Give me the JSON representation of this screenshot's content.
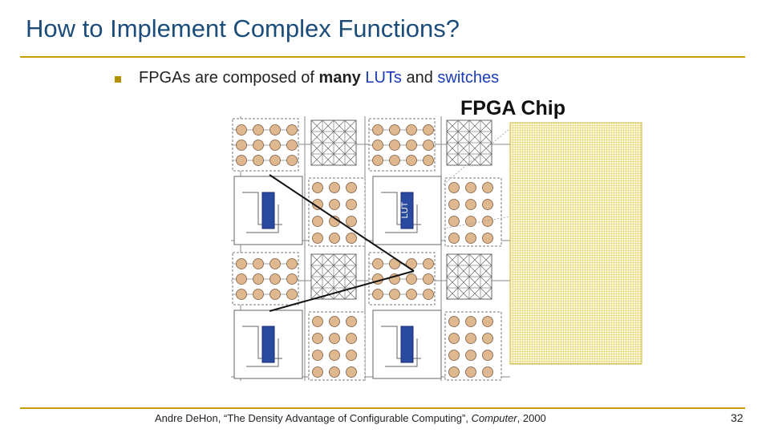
{
  "slide": {
    "title": "How to Implement Complex Functions?",
    "bullet": {
      "prefix": "FPGAs are composed of ",
      "bold": "many",
      "space1": " ",
      "luts": "LUTs",
      "and": " and ",
      "switches": "switches"
    },
    "figure": {
      "chip_label": "FPGA Chip",
      "lut_label": "LUT"
    },
    "citation": {
      "before": "Andre DeHon, “The Density Advantage of Configurable Computing”, ",
      "journal": "Computer",
      "after": ", 2000"
    },
    "page_number": "32"
  },
  "colors": {
    "title": "#1c4d7a",
    "accent_rule": "#c8a000",
    "keyword_blue": "#1a3bb8",
    "lut_block": "#2a4aa0",
    "switch_node": "#e0b890",
    "chip_grid": "#d8c84a"
  }
}
